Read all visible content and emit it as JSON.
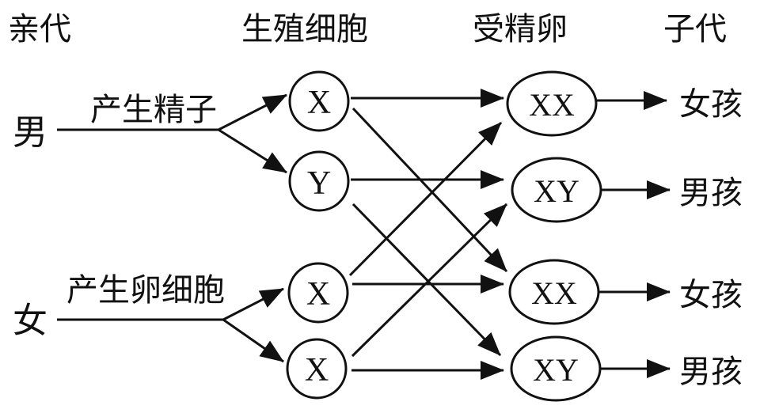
{
  "headers": {
    "parents": "亲代",
    "gametes": "生殖细胞",
    "zygotes": "受精卵",
    "offspring": "子代"
  },
  "parents": [
    {
      "id": "male",
      "label": "男",
      "process": "产生精子"
    },
    {
      "id": "female",
      "label": "女",
      "process": "产生卵细胞"
    }
  ],
  "gametes": [
    {
      "id": "g-male-x",
      "label": "X",
      "parent": "male"
    },
    {
      "id": "g-male-y",
      "label": "Y",
      "parent": "male"
    },
    {
      "id": "g-female-x1",
      "label": "X",
      "parent": "female"
    },
    {
      "id": "g-female-x2",
      "label": "X",
      "parent": "female"
    }
  ],
  "zygotes": [
    {
      "id": "z1",
      "label": "XX",
      "offspring": "女孩"
    },
    {
      "id": "z2",
      "label": "XY",
      "offspring": "男孩"
    },
    {
      "id": "z3",
      "label": "XX",
      "offspring": "女孩"
    },
    {
      "id": "z4",
      "label": "XY",
      "offspring": "男孩"
    }
  ],
  "fertilization_links": [
    {
      "from": "g-male-x",
      "to": "z1"
    },
    {
      "from": "g-male-x",
      "to": "z3"
    },
    {
      "from": "g-male-y",
      "to": "z2"
    },
    {
      "from": "g-male-y",
      "to": "z4"
    },
    {
      "from": "g-female-x1",
      "to": "z1"
    },
    {
      "from": "g-female-x1",
      "to": "z3"
    },
    {
      "from": "g-female-x2",
      "to": "z2"
    },
    {
      "from": "g-female-x2",
      "to": "z4"
    }
  ]
}
